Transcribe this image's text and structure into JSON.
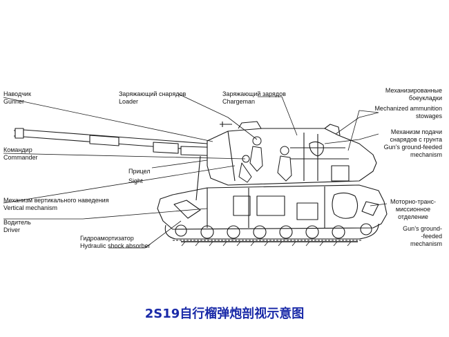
{
  "labels": {
    "gunner_ru": "Наводчик",
    "gunner_en": "Gunner",
    "commander_ru": "Командир",
    "commander_en": "Commander",
    "vertical_ru": "Механизм вертикального наведения",
    "vertical_en": "Vertical mechanism",
    "driver_ru": "Водитель",
    "driver_en": "Driver",
    "loader_ru": "Заряжающий снарядов",
    "loader_en": "Loader",
    "chargeman_ru": "Заряжающий зарядов",
    "chargeman_en": "Chargeman",
    "sight_ru": "Прицел",
    "sight_en": "Sight",
    "shock_ru": "Гидроамортизатор",
    "shock_en": "Hydraulic shock absorber",
    "mech_stow_ru_1": "Механизированные",
    "mech_stow_ru_2": "боеукладки",
    "mech_stow_en_1": "Mechanized ammunition",
    "mech_stow_en_2": "stowages",
    "ground_feed_ru_1": "Механизм подачи",
    "ground_feed_ru_2": "снарядов с грунта",
    "ground_feed_en_1": "Gun’s ground-feeded",
    "ground_feed_en_2": "mechanism",
    "engine_ru_1": "Моторно-транс-",
    "engine_ru_2": "миссионное",
    "engine_ru_3": "отделение",
    "engine_en_1": "Gun’s ground-",
    "engine_en_2": "-feeded",
    "engine_en_3": "mechanism"
  },
  "caption": "2S19自行榴弹炮剖视示意图"
}
